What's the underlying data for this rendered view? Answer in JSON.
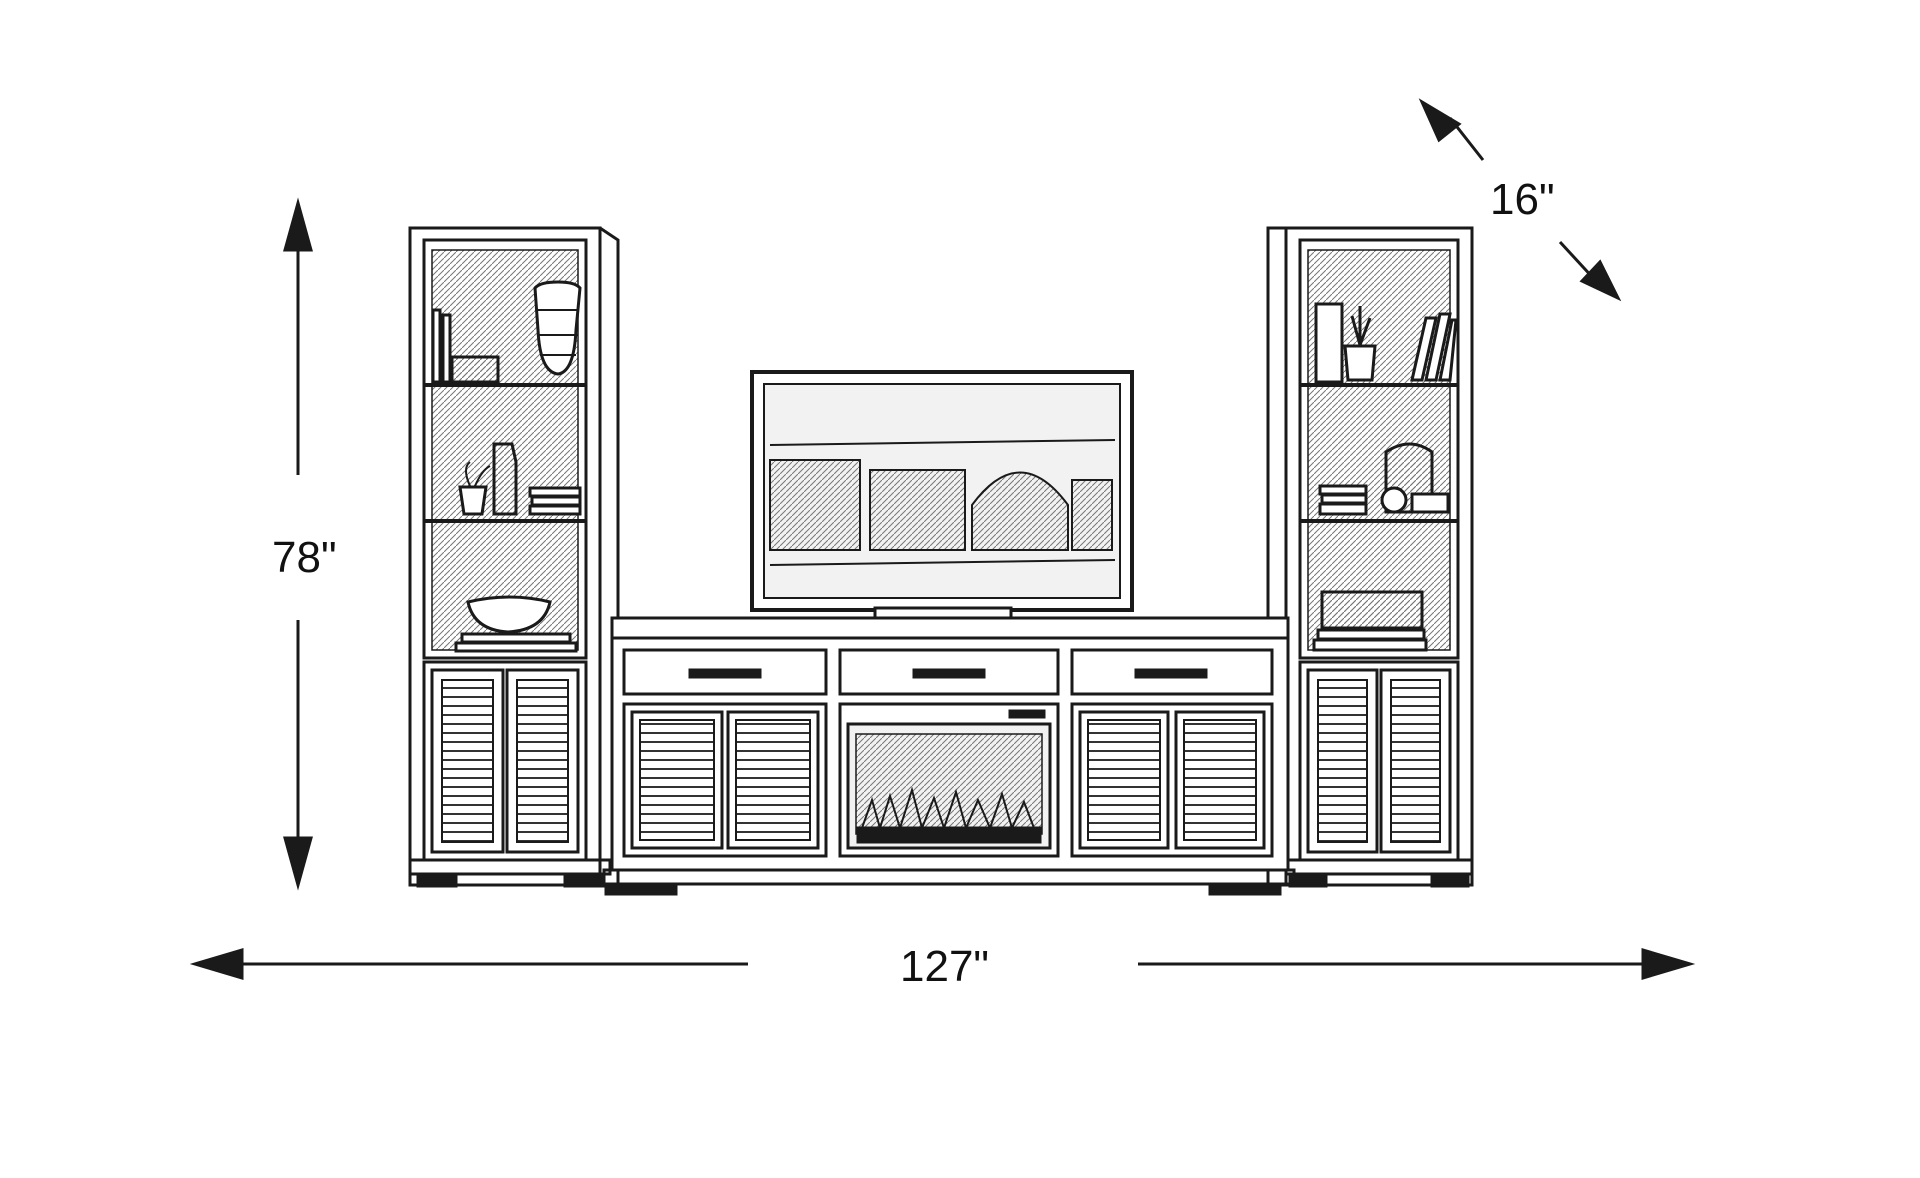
{
  "dimensions": {
    "height": "78\"",
    "width": "127\"",
    "depth": "16\""
  },
  "colors": {
    "line": "#1a1a1a",
    "paper": "#ffffff",
    "sketch_fill": "#f2f2f2"
  }
}
